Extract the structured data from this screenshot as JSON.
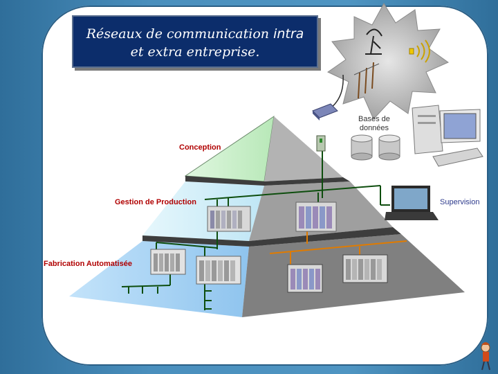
{
  "title": {
    "line1_prefix": "Réseaux de communication ",
    "line1_word": "intra",
    "line2": "et extra entreprise."
  },
  "levels": {
    "conception": "Conception",
    "gestion": "Gestion de Production",
    "fabrication": "Fabrication Automatisée"
  },
  "labels": {
    "bases_line1": "Bases de",
    "bases_line2": "données",
    "supervision": "Supervision"
  },
  "colors": {
    "top_tier": "#c8f0c8",
    "middle_tier": "#c9ecf7",
    "bottom_tier": "#a9d4f5",
    "pyramid_dark": "#6e6e6e",
    "title_bg": "#0c2d6b",
    "label_red": "#b00000",
    "network_green": "#0d4d0d",
    "network_orange": "#e07b00"
  }
}
